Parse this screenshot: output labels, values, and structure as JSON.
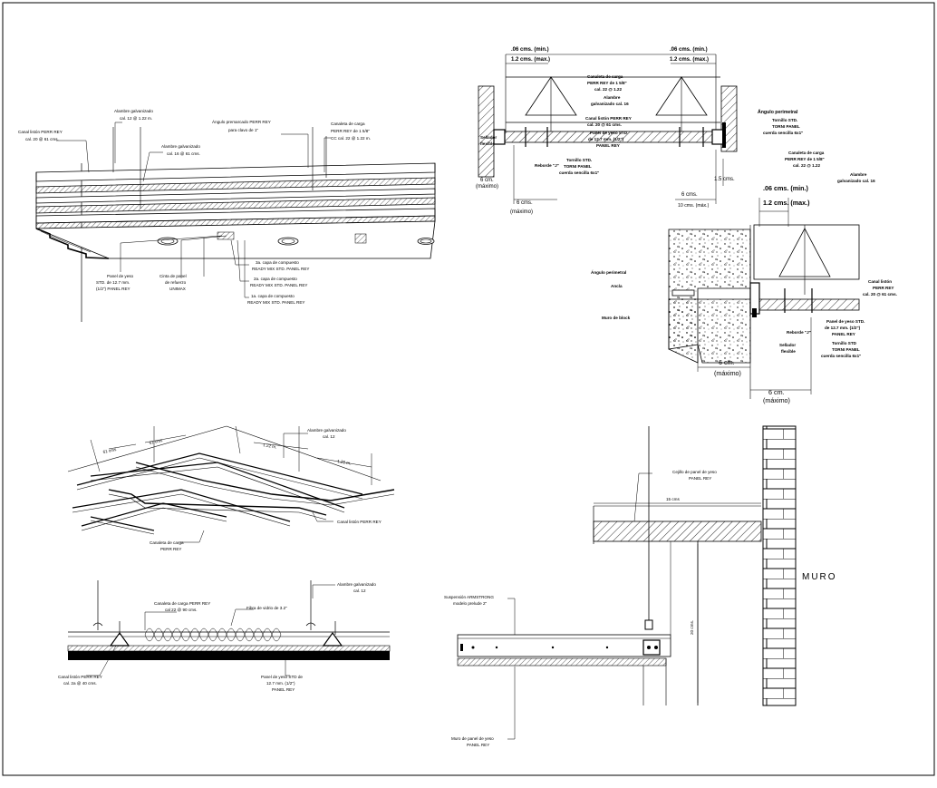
{
  "detail_isometric": {
    "lbl_canal_liston": "Canal listón PERR REY",
    "lbl_canal_liston_sub": "cal. 20 @ 61 cms.",
    "lbl_alambre_12": "Alambre galvanizado",
    "lbl_alambre_12_sub": "cal. 12 @ 1.22 m.",
    "lbl_angulo": "Ángulo premarcado PERR REY",
    "lbl_angulo_sub": "para clavo de 1\"",
    "lbl_canaleta": "Canaleta de carga",
    "lbl_canaleta_sub1": "PERR REY de 1 5/8\"",
    "lbl_canaleta_sub2": "CC cal. 22 @ 1.22 m.",
    "lbl_alambre_16": "Alambre galvanizado",
    "lbl_alambre_16_sub": "cal. 16 @ 61 cms.",
    "lbl_panel": "Panel de yeso",
    "lbl_panel_sub1": "STD. de 12.7 mm.",
    "lbl_panel_sub2": "(1/2\") PANEL REY",
    "lbl_cinta": "Cinta de papel",
    "lbl_cinta_sub1": "de refuerzo",
    "lbl_cinta_sub2": "UNIMAX",
    "lbl_capa3": "3a. capa de compuesto",
    "lbl_capa3_sub": "READY MIX STD. PANEL REY",
    "lbl_capa2": "2a. capa de compuesto",
    "lbl_capa2_sub": "READY MIX STD. PANEL REY",
    "lbl_capa1": "1a. capa de compuesto",
    "lbl_capa1_sub": "READY MIX STD. PANEL REY"
  },
  "detail_section_top": {
    "dim_left_1": ".06 cms. (min.)",
    "dim_left_2": "1.2 cms. (max.)",
    "dim_right_1": ".06 cms. (min.)",
    "dim_right_2": "1.2 cms. (max.)",
    "lbl_canaleta": "Canaleta de carga",
    "lbl_canaleta_sub1": "PERR REY de 1 5/8\"",
    "lbl_canaleta_sub2": "cal. 22 @ 1.22",
    "lbl_alambre": "Alambre",
    "lbl_alambre_sub": "galvanizado cal. 16",
    "lbl_angulo": "Ángulo perimetral",
    "lbl_tornillo": "Tornillo STD.",
    "lbl_tornillo_sub1": "TORNI PANEL",
    "lbl_tornillo_sub2": "cuerda sencilla 6x1\"",
    "lbl_canal_liston": "Canal listón PERR REY",
    "lbl_canal_liston_sub": "cal. 20 @ 61 cms.",
    "lbl_panel": "Panel de yeso STD.",
    "lbl_panel_sub1": "de 12.7 mm. (1/2\")",
    "lbl_panel_sub2": "PANEL REY",
    "lbl_sellador": "Sellador",
    "lbl_sellador_sub": "flexible",
    "lbl_reborde": "Reborde \"J\"",
    "lbl_tornillo2": "Tornillo STD.",
    "lbl_tornillo2_sub1": "TORNI PANEL",
    "lbl_tornillo2_sub2": "cuerda sencilla 6x1\"",
    "dim_6cm_left": "6 cm.",
    "dim_6cm_left_sub": "(máximo)",
    "dim_6cms": "6 cms.",
    "dim_6cms_sub": "(máximo)",
    "dim_15cms": "1.5 cms.",
    "dim_6cms_right": "6 cms.",
    "dim_10cms": "10 cms. (máx.)"
  },
  "detail_section_block": {
    "lbl_canaleta": "Canaleta de carga",
    "lbl_canaleta_sub1": "PERR REY de 1 5/8\"",
    "lbl_canaleta_sub2": "cal. 22 @ 1.22",
    "lbl_alambre": "Alambre",
    "lbl_alambre_sub": "galvanizado cal. 16",
    "dim_1": ".06 cms. (min.)",
    "dim_2": "1.2 cms. (max.)",
    "lbl_angulo": "Ángulo perimetral",
    "lbl_ancla": "Ancla",
    "lbl_muro": "Muro de block",
    "lbl_canal_liston": "Canal listón",
    "lbl_canal_liston_sub1": "PERR REY",
    "lbl_canal_liston_sub2": "cal. 20 @ 61 cms.",
    "lbl_reborde": "Reborde \"J\"",
    "lbl_panel": "Panel de yeso STD.",
    "lbl_panel_sub1": "de 12.7 mm. (1/2\")",
    "lbl_panel_sub2": "PANEL REY",
    "lbl_sellador": "Sellador",
    "lbl_sellador_sub": "flexible",
    "lbl_tornillo": "Tornillo STD",
    "lbl_tornillo_sub1": "TORNI PANEL",
    "lbl_tornillo_sub2": "cuerda sencilla 6x1\"",
    "dim_6cm": "6 cm.",
    "dim_6cm_sub": "(máximo)",
    "dim_6cm_b": "6 cm.",
    "dim_6cm_b_sub": "(máximo)"
  },
  "detail_grid": {
    "dim_61_a": "61 cms",
    "dim_61_b": "61 cms",
    "dim_122_a": "1.22 m.",
    "dim_122_b": "1.22 m.",
    "lbl_alambre": "Alambre galvanizado",
    "lbl_alambre_sub": "cal. 12",
    "lbl_canal_liston": "Canal listón PERR REY",
    "lbl_canaleta": "Canaleta de carga",
    "lbl_canaleta_sub": "PERR REY"
  },
  "detail_insulated": {
    "lbl_alambre": "Alambre galvanizado",
    "lbl_alambre_sub": "cal. 12",
    "lbl_canaleta": "Canaleta de carga PERR REY",
    "lbl_canaleta_sub": "cal 22 @ 90 cms.",
    "lbl_fibra": "Fibra de vidrio de 3.2\"",
    "lbl_canal_liston": "Canal listón PERR REY",
    "lbl_canal_liston_sub": "cal. 2a @ 40 cms.",
    "lbl_panel": "Panel de yeso STD de",
    "lbl_panel_sub1": "12.7 mm. (1/2\")",
    "lbl_panel_sub2": "PANEL REY"
  },
  "detail_wall": {
    "lbl_ceiling": "Cejillo de panel de yeso",
    "lbl_ceiling_sub": "PANEL REY",
    "dim_15": "15 cms",
    "lbl_suspension": "Suspensión ARMSTRONG",
    "lbl_suspension_sub": "modelo prelude 2\"",
    "dim_20": "20 cms.",
    "lbl_muro_panel": "Muro de panel de yeso",
    "lbl_muro_panel_sub": "PANEL REY",
    "lbl_muro": "MURO"
  }
}
